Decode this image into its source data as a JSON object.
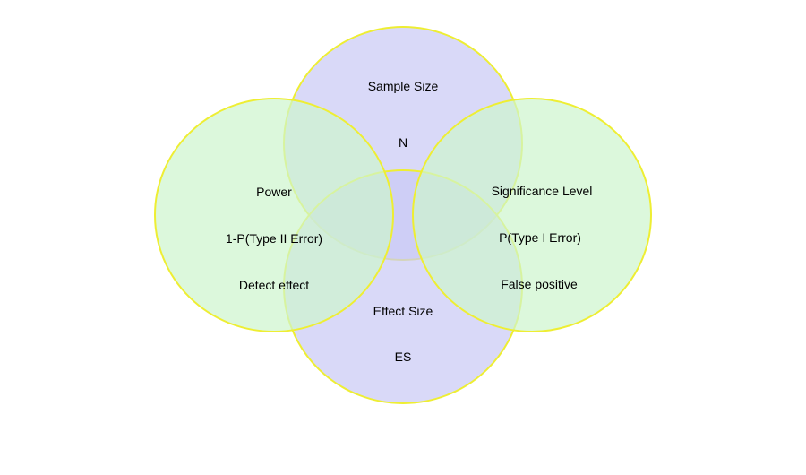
{
  "circles": [
    {
      "id": "sample-size",
      "fill": "#c9c9f5",
      "stroke": "#eeee33",
      "opacity": 0.7
    },
    {
      "id": "effect-size",
      "fill": "#c9c9f5",
      "stroke": "#eeee33",
      "opacity": 0.7
    },
    {
      "id": "power",
      "fill": "#cdf5cd",
      "stroke": "#eeee33",
      "opacity": 0.7
    },
    {
      "id": "significance",
      "fill": "#cdf5cd",
      "stroke": "#eeee33",
      "opacity": 0.7
    }
  ],
  "labels": {
    "sample_size": "Sample Size",
    "n": "N",
    "effect_size": "Effect Size",
    "es": "ES",
    "power": "Power",
    "power_formula": "1-P(Type II Error)",
    "detect_effect": "Detect effect",
    "significance_level": "Significance Level",
    "type1_error": "P(Type I Error)",
    "false_positive": "False positive"
  }
}
